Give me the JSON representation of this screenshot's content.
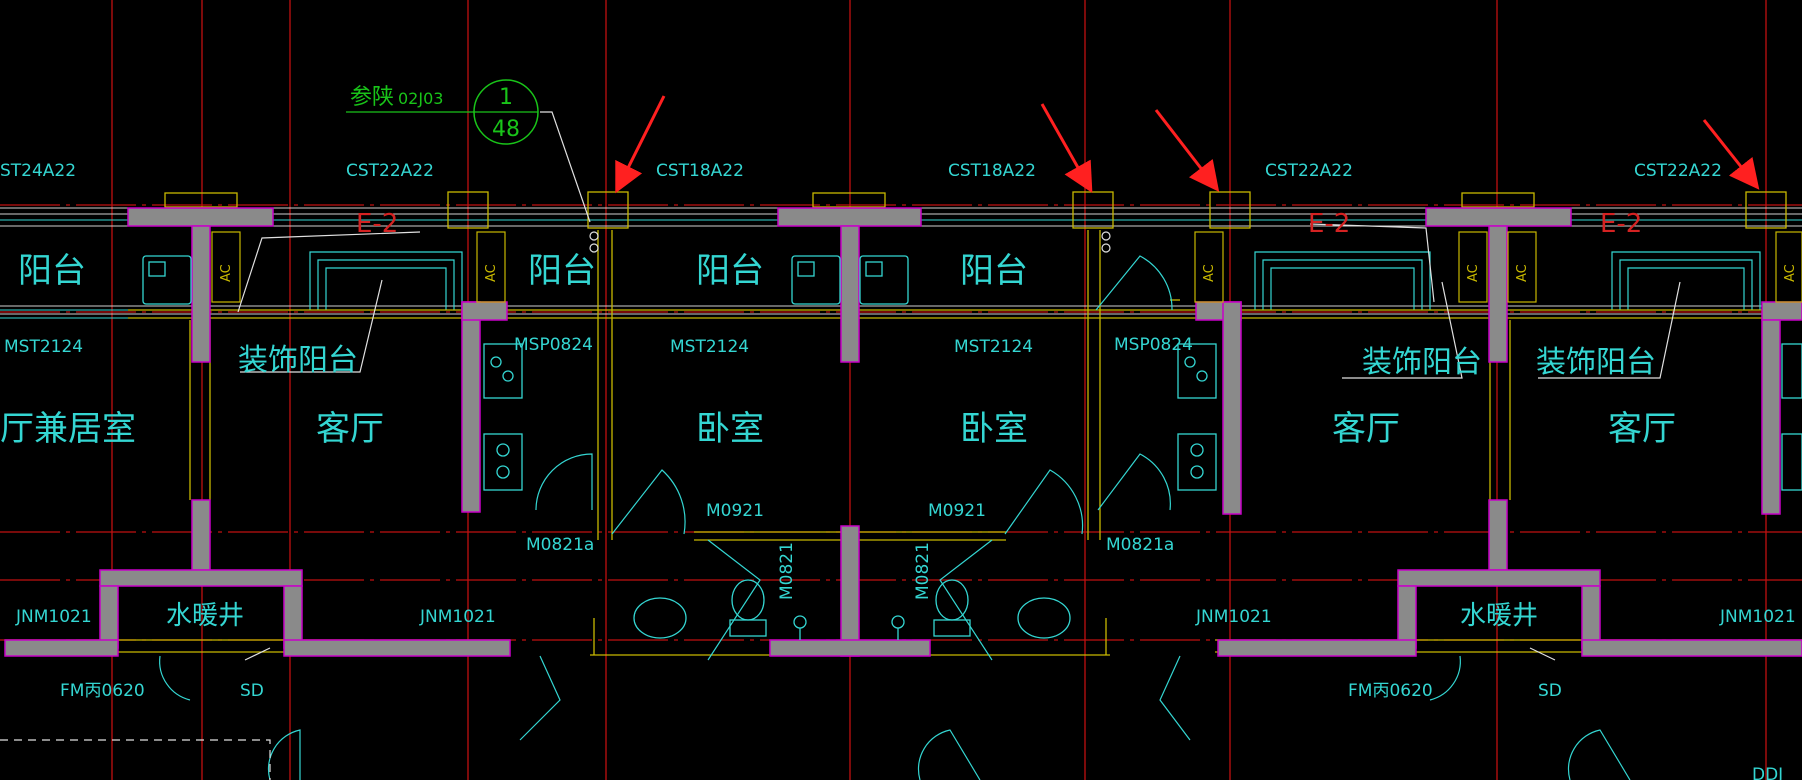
{
  "drawing": {
    "colors": {
      "background": "#000000",
      "axis": "#c01010",
      "wall_fill": "#8a8a8a",
      "wall_edge": "#c800c8",
      "outline": "#c8b800",
      "fixture": "#34d6d2",
      "ref": "#19c419",
      "arrow": "#ff2020"
    },
    "reference": {
      "text": "参陕",
      "code": "02J03",
      "top": "1",
      "bottom": "48"
    },
    "labels": {
      "cst_1": "ST24A22",
      "cst_2": "CST22A22",
      "cst_3": "CST18A22",
      "cst_4": "CST18A22",
      "cst_5": "CST22A22",
      "cst_6": "CST22A22",
      "e2_1": "E-2",
      "e2_2": "E-2",
      "e2_3": "E-2",
      "room_balcony_1": "阳台",
      "room_balcony_2": "阳台",
      "room_balcony_3": "阳台",
      "room_balcony_4": "阳台",
      "ac_1": "AC",
      "ac_2": "AC",
      "ac_3": "AC",
      "ac_4": "AC",
      "ac_5": "AC",
      "ac_6": "AC",
      "mst_1": "MST2124",
      "mst_2": "MST2124",
      "mst_3": "MST2124",
      "msp_1": "MSP0824",
      "msp_2": "MSP0824",
      "deco_1": "装饰阳台",
      "deco_2": "装饰阳台",
      "deco_3": "装饰阳台",
      "room_hall_combo": "厅兼居室",
      "room_living_1": "客厅",
      "room_living_2": "客厅",
      "room_living_3": "客厅",
      "room_bed_1": "卧室",
      "room_bed_2": "卧室",
      "m0921_1": "M0921",
      "m0921_2": "M0921",
      "m0821a_1": "M0821a",
      "m0821a_2": "M0821a",
      "m0821_1": "M0821",
      "m0821_2": "M0821",
      "jnm_1": "JNM1021",
      "jnm_2": "JNM1021",
      "jnm_3": "JNM1021",
      "jnm_4": "JNM1021",
      "shaft_1": "水暖井",
      "shaft_2": "水暖井",
      "fm_1": "FM丙0620",
      "fm_2": "FM丙0620",
      "sd_1": "SD",
      "sd_2": "SD",
      "ddj": "DDJ"
    }
  }
}
